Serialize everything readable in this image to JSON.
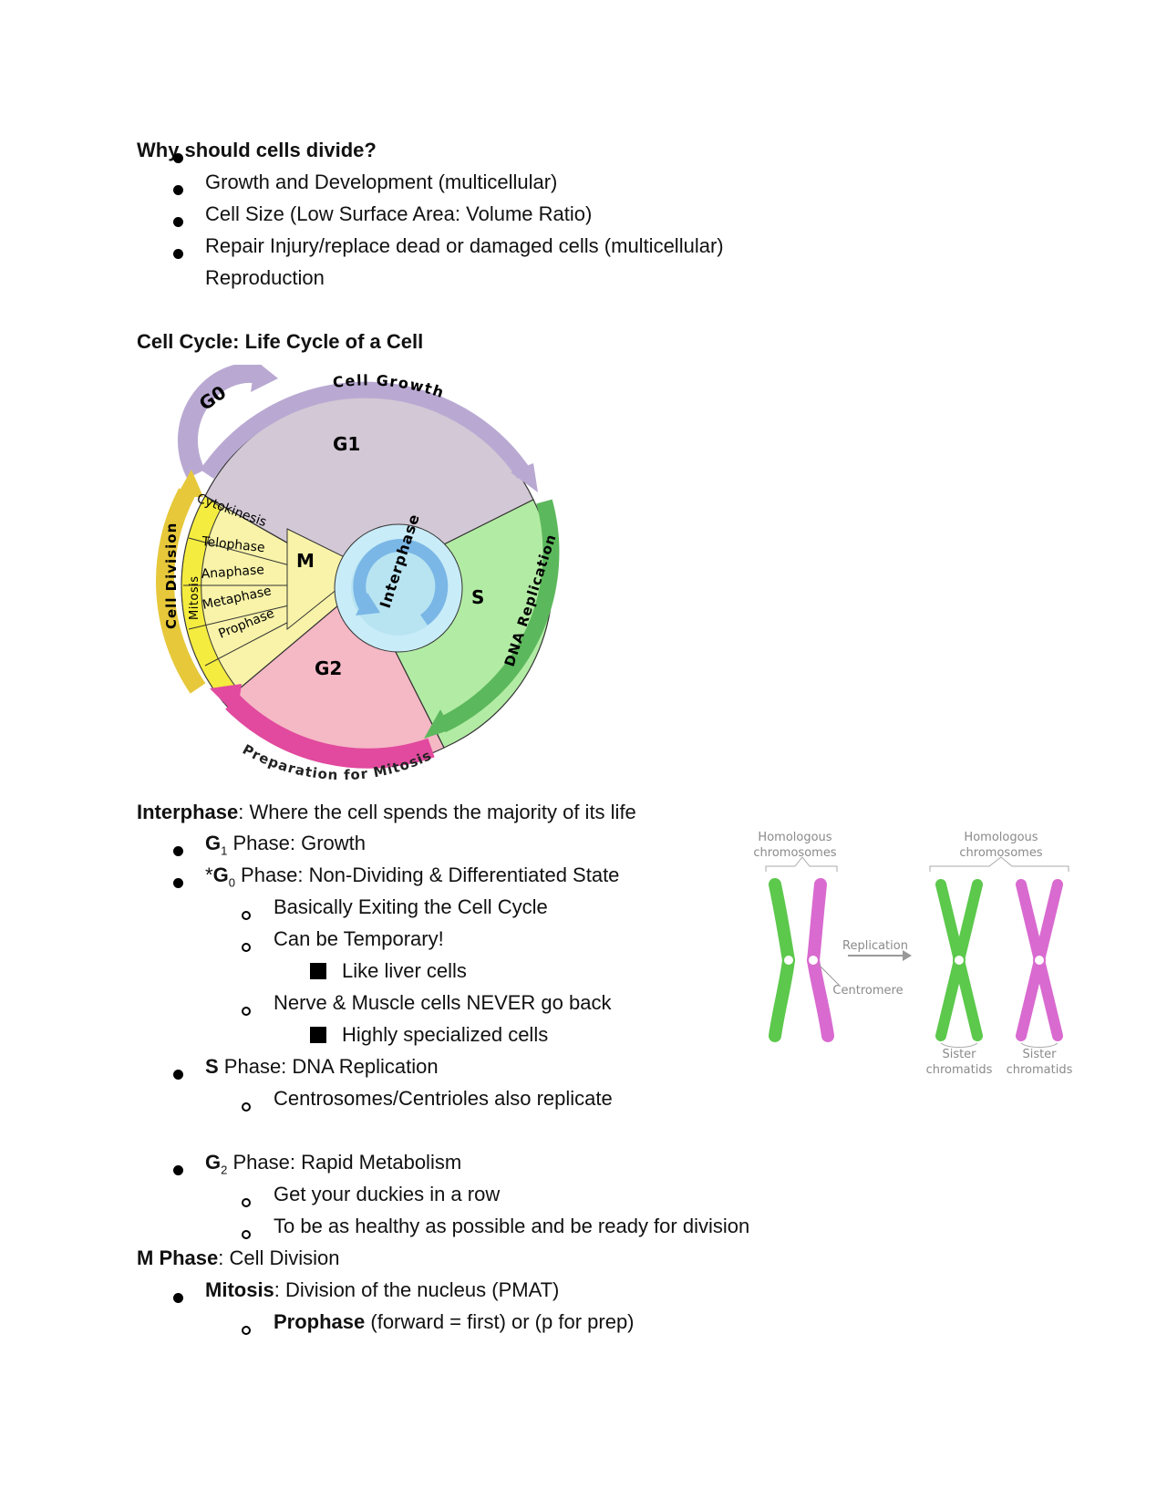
{
  "section1": {
    "heading": "Why should cells divide?",
    "items": [
      "Growth and Development (multicellular)",
      "Cell Size (Low Surface Area: Volume Ratio)",
      "Repair Injury/replace dead or damaged cells (multicellular)",
      "Reproduction"
    ]
  },
  "section2": {
    "heading": "Cell Cycle: Life Cycle of a Cell"
  },
  "cycle_diagram": {
    "g0": "G0",
    "cell_growth": "Cell Growth",
    "g1": "G1",
    "s": "S",
    "g2": "G2",
    "m": "M",
    "interphase": "Interphase",
    "dna_replication": "DNA Replication",
    "preparation": "Preparation for Mitosis",
    "cell_division": "Cell Division",
    "mitosis": "Mitosis",
    "phases": [
      "Cytokinesis",
      "Telophase",
      "Anaphase",
      "Metaphase",
      "Prophase"
    ],
    "colors": {
      "g1": "#d3c8d6",
      "s": "#b2eca4",
      "g2": "#f5b8c5",
      "m": "#f8f3a8",
      "mitosis_band": "#f4ec3e",
      "interphase_inner": "#b8e4f2",
      "arrow_purple": "#b9a9d2",
      "arrow_green": "#5cb85c",
      "arrow_pink": "#e14a9e",
      "arrow_yellow": "#e6c83a"
    }
  },
  "interphase_section": {
    "term": "Interphase",
    "desc": ": Where the cell spends the majority of its life",
    "g1": {
      "label": "G",
      "sub": "1",
      "rest": " Phase: Growth"
    },
    "g0": {
      "star": "*",
      "label": "G",
      "sub": "0",
      "rest": " Phase: Non-Dividing & Differentiated State"
    },
    "g0_items": [
      "Basically Exiting the Cell Cycle",
      "Can be Temporary!",
      "Nerve & Muscle cells NEVER go back"
    ],
    "g0_sub1": "Like liver cells",
    "g0_sub2": "Highly specialized cells",
    "s": {
      "label": "S",
      "rest": " Phase: DNA Replication"
    },
    "s_item": "Centrosomes/Centrioles also replicate",
    "g2": {
      "label": "G",
      "sub": "2",
      "rest": " Phase: Rapid Metabolism"
    },
    "g2_items": [
      "Get your duckies in a row",
      "To be as healthy as possible and be ready for division"
    ]
  },
  "mphase_section": {
    "term": "M Phase",
    "desc": ": Cell Division",
    "mitosis": {
      "term": "Mitosis",
      "desc": ": Division of the nucleus (PMAT)"
    },
    "prophase": {
      "term": "Prophase",
      "desc": " (forward = first) or (p for prep)"
    }
  },
  "chromosome_figure": {
    "homologous_left": [
      "Homologous",
      "chromosomes"
    ],
    "homologous_right": [
      "Homologous",
      "chromosomes"
    ],
    "replication": "Replication",
    "centromere": "Centromere",
    "sister1": [
      "Sister",
      "chromatids"
    ],
    "sister2": [
      "Sister",
      "chromatids"
    ],
    "colors": {
      "green": "#5cc84c",
      "pink": "#d96ad0",
      "label": "#8a8a8a"
    }
  }
}
